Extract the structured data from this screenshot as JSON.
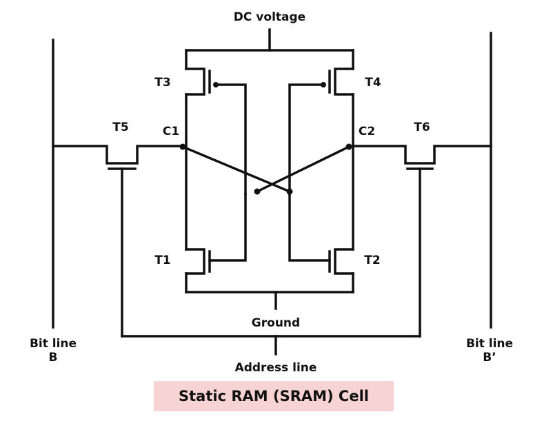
{
  "title": "Static RAM (SRAM) Cell",
  "colors": {
    "title_background": "#f7d3d3",
    "wire": "#111111"
  },
  "labels": {
    "dc_voltage": "DC voltage",
    "ground": "Ground",
    "address_line": "Address line",
    "bit_line_left": "Bit line",
    "bit_line_left_sub": "B",
    "bit_line_right": "Bit line",
    "bit_line_right_sub": "B’",
    "c1": "C1",
    "c2": "C2"
  },
  "transistors": {
    "t1": "T1",
    "t2": "T2",
    "t3": "T3",
    "t4": "T4",
    "t5": "T5",
    "t6": "T6"
  }
}
